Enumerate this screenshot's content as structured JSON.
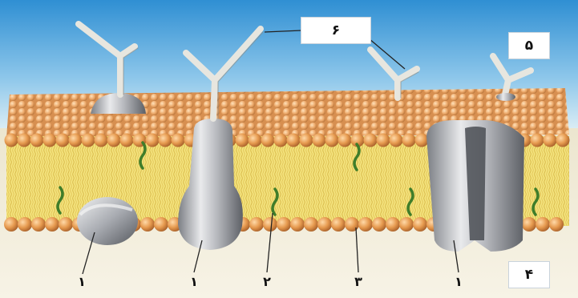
{
  "labels": {
    "box_top": "۶",
    "box_right": "۵",
    "box_bottom": "۴",
    "num_1a": "۱",
    "num_1b": "۱",
    "num_2": "۲",
    "num_3": "۳",
    "num_1c": "۱"
  },
  "colors": {
    "sky": "#3a9ad9",
    "membrane_core": "#f2e07a",
    "head": "#e39a52",
    "protein": "#b9bcc2",
    "glyco": "#efefe8",
    "cholesterol": "#3f7d2a"
  }
}
